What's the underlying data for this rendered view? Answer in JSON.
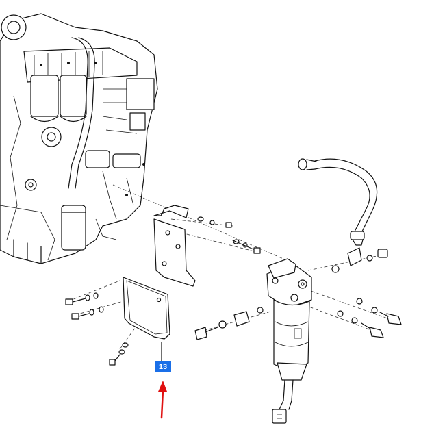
{
  "callout": {
    "label": "13"
  },
  "colors": {
    "callout_bg": "#1a6fe8",
    "arrow": "#e01010",
    "line": "#111111"
  },
  "parts": [
    "engine-block",
    "mounting-bracket",
    "cover-plate",
    "fuel-filter-assembly",
    "fuel-hose",
    "bolts",
    "washers",
    "nuts"
  ]
}
